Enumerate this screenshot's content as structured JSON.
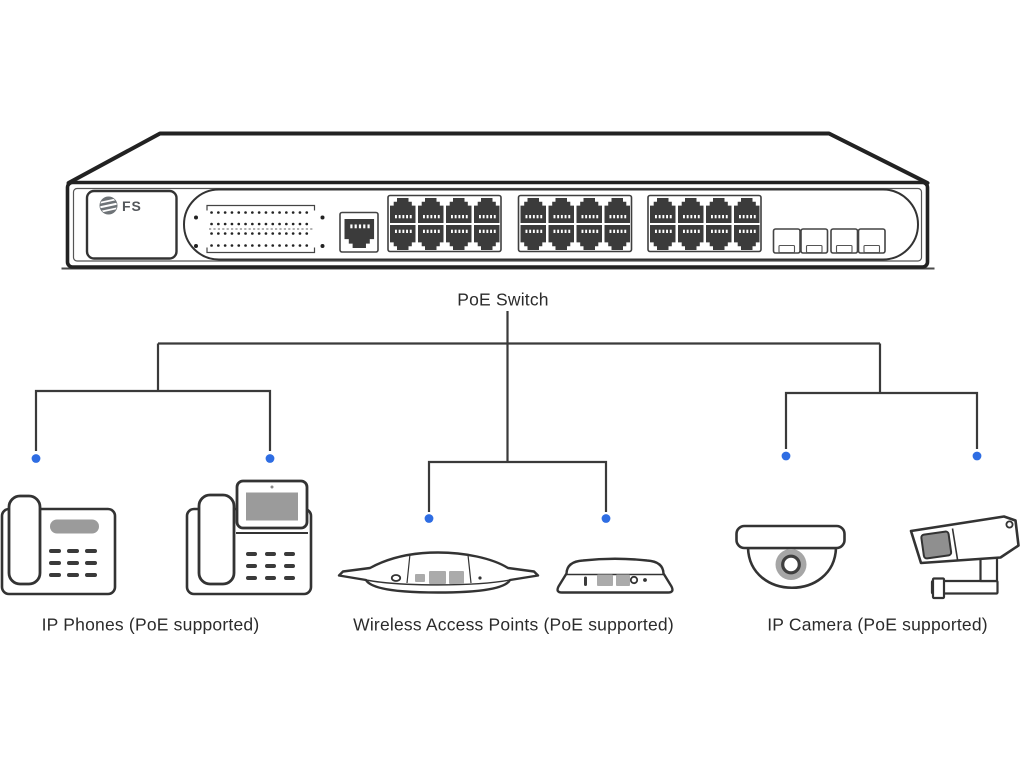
{
  "diagram": {
    "switch": {
      "brand": "FS",
      "label": "PoE Switch",
      "ports": {
        "rj45": 24,
        "sfp": 4,
        "console": 1
      }
    },
    "branches": [
      {
        "id": "ip-phones",
        "label": "IP Phones (PoE supported)",
        "devices": [
          "desk-phone",
          "video-phone"
        ],
        "connection_dots": 2
      },
      {
        "id": "wireless-access-points",
        "label": "Wireless Access Points (PoE supported)",
        "devices": [
          "ceiling-ap-side",
          "ceiling-ap-front"
        ],
        "connection_dots": 2
      },
      {
        "id": "ip-cameras",
        "label": "IP Camera (PoE supported)",
        "devices": [
          "dome-camera",
          "bullet-camera"
        ],
        "connection_dots": 2
      }
    ],
    "colors": {
      "outline": "#333333",
      "connector_line": "#3a3a3a",
      "connection_dot": "#2e6de3",
      "device_gray": "#9b9b9b",
      "background": "#ffffff"
    }
  }
}
